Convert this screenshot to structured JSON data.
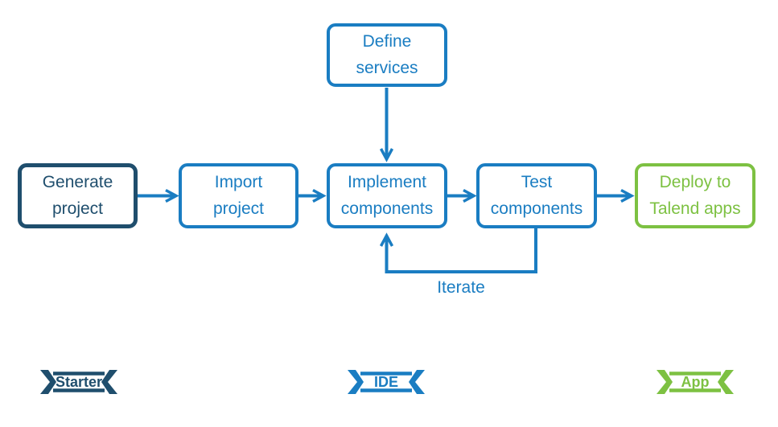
{
  "palette": {
    "navy": "#1f4e6d",
    "blue": "#1a7dc2",
    "green": "#7dc142",
    "bg": "#ffffff"
  },
  "diagram": {
    "nodes": {
      "define_services": {
        "label": "Define services"
      },
      "generate_project": {
        "label": "Generate project"
      },
      "import_project": {
        "label": "Import project"
      },
      "implement_components": {
        "label": "Implement components"
      },
      "test_components": {
        "label": "Test components"
      },
      "deploy_talend_apps": {
        "label": "Deploy to Talend apps"
      }
    },
    "edges": {
      "iterate_label": "Iterate"
    },
    "ribbons": {
      "starter": {
        "label": "Starter"
      },
      "ide": {
        "label": "IDE"
      },
      "app": {
        "label": "App"
      }
    }
  }
}
